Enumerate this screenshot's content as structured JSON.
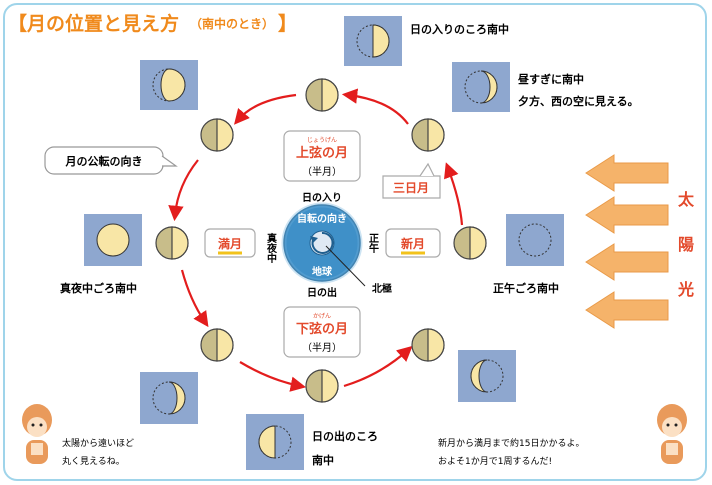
{
  "title": {
    "main": "【月の位置と見え方",
    "sub": "（南中のとき）",
    "close": "】"
  },
  "labels": {
    "sun_set_meridian": "日の入りのころ南中",
    "afternoon_meridian": "昼すぎに南中",
    "evening_west": "夕方、西の空に見える。",
    "midnight_meridian": "真夜中ごろ南中",
    "noon_meridian": "正午ごろ南中",
    "sunrise_meridian_1": "日の出のころ",
    "sunrise_meridian_2": "南中",
    "revolution": "月の公転の向き"
  },
  "phase_boxes": {
    "first_quarter_ruby": "じょうげん",
    "first_quarter": "上弦の月",
    "first_quarter_half": "（半月）",
    "last_quarter_ruby": "かげん",
    "last_quarter": "下弦の月",
    "last_quarter_half": "（半月）",
    "crescent": "三日月",
    "full": "満月",
    "new": "新月"
  },
  "earth": {
    "sunset": "日の入り",
    "rotation": "自転の向き",
    "earth": "地球",
    "sunrise": "日の出",
    "midnight": "真夜中",
    "noon": "正午",
    "north_pole": "北極"
  },
  "sunlight": {
    "c1": "太",
    "c2": "陽",
    "c3": "光"
  },
  "notes": {
    "left_1": "太陽から遠いほど",
    "left_2": "丸く見えるね。",
    "right_1": "新月から満月まで約15日かかるよ。",
    "right_2": "およそ1か月で1周するんだ!"
  },
  "colors": {
    "title": "#f08a1c",
    "accent_red": "#e34a2c",
    "orbit_arrow": "#e31d1d",
    "box_blue": "#8ea7cf",
    "moon_light": "#f8e6a6",
    "moon_dark": "#c8bd8a",
    "earth_blue": "#3f90c8",
    "sun_arrow": "#f5b36a"
  }
}
